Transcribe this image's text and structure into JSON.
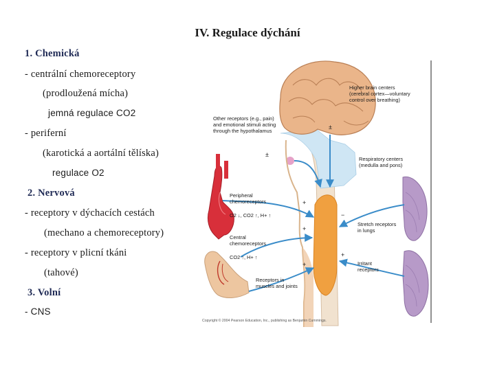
{
  "slide": {
    "title": "IV. Regulace dýchání",
    "outline": [
      "1. Chemická",
      "- centrální chemoreceptory",
      "(prodloužená mícha)",
      "jemná regulace CO2",
      "- periferní",
      "(karotická a aortální tělíska)",
      "regulace O2",
      "2. Nervová",
      "- receptory v dýchacích cestách",
      "(mechano a chemoreceptory)",
      "- receptory v plicní tkáni",
      "(tahové)",
      "3. Volní",
      "- CNS"
    ]
  },
  "figure": {
    "labels": {
      "higher_brain_1": "Higher brain centers",
      "higher_brain_2": "(cerebral cortex—voluntary",
      "higher_brain_3": "control over breathing)",
      "other_rec_1": "Other receptors (e.g., pain)",
      "other_rec_2": "and emotional stimuli acting",
      "other_rec_3": "through the hypothalamus",
      "resp_1": "Respiratory centers",
      "resp_2": "(medulla and pons)",
      "periph_1": "Peripheral",
      "periph_2": "chemoreceptors",
      "periph_stim": "O2 ↓, CO2 ↑, H+ ↑",
      "central_1": "Central",
      "central_2": "chemoreceptors",
      "central_stim": "CO2 ↑, H+ ↑",
      "stretch_1": "Stretch receptors",
      "stretch_2": "in lungs",
      "irritant_1": "Irritant",
      "irritant_2": "receptors",
      "musc_1": "Receptors in",
      "musc_2": "muscles and joints",
      "credit": "Copyright © 2004 Pearson Education, Inc., publishing as Benjamin Cummings."
    },
    "signs": {
      "higher": "±",
      "other": "±",
      "periph": "+",
      "central": "+",
      "stretch": "−",
      "irritant": "+",
      "musc": "+"
    },
    "colors": {
      "brain": "#eab58a",
      "brain_groove": "#b97f55",
      "csf": "#cfe6f4",
      "arrow_blue": "#3a8cc9",
      "resp_center": "#f0a040",
      "skin": "#edc6a0",
      "artery": "#d82f3a",
      "lung": "#b79ac8"
    }
  }
}
